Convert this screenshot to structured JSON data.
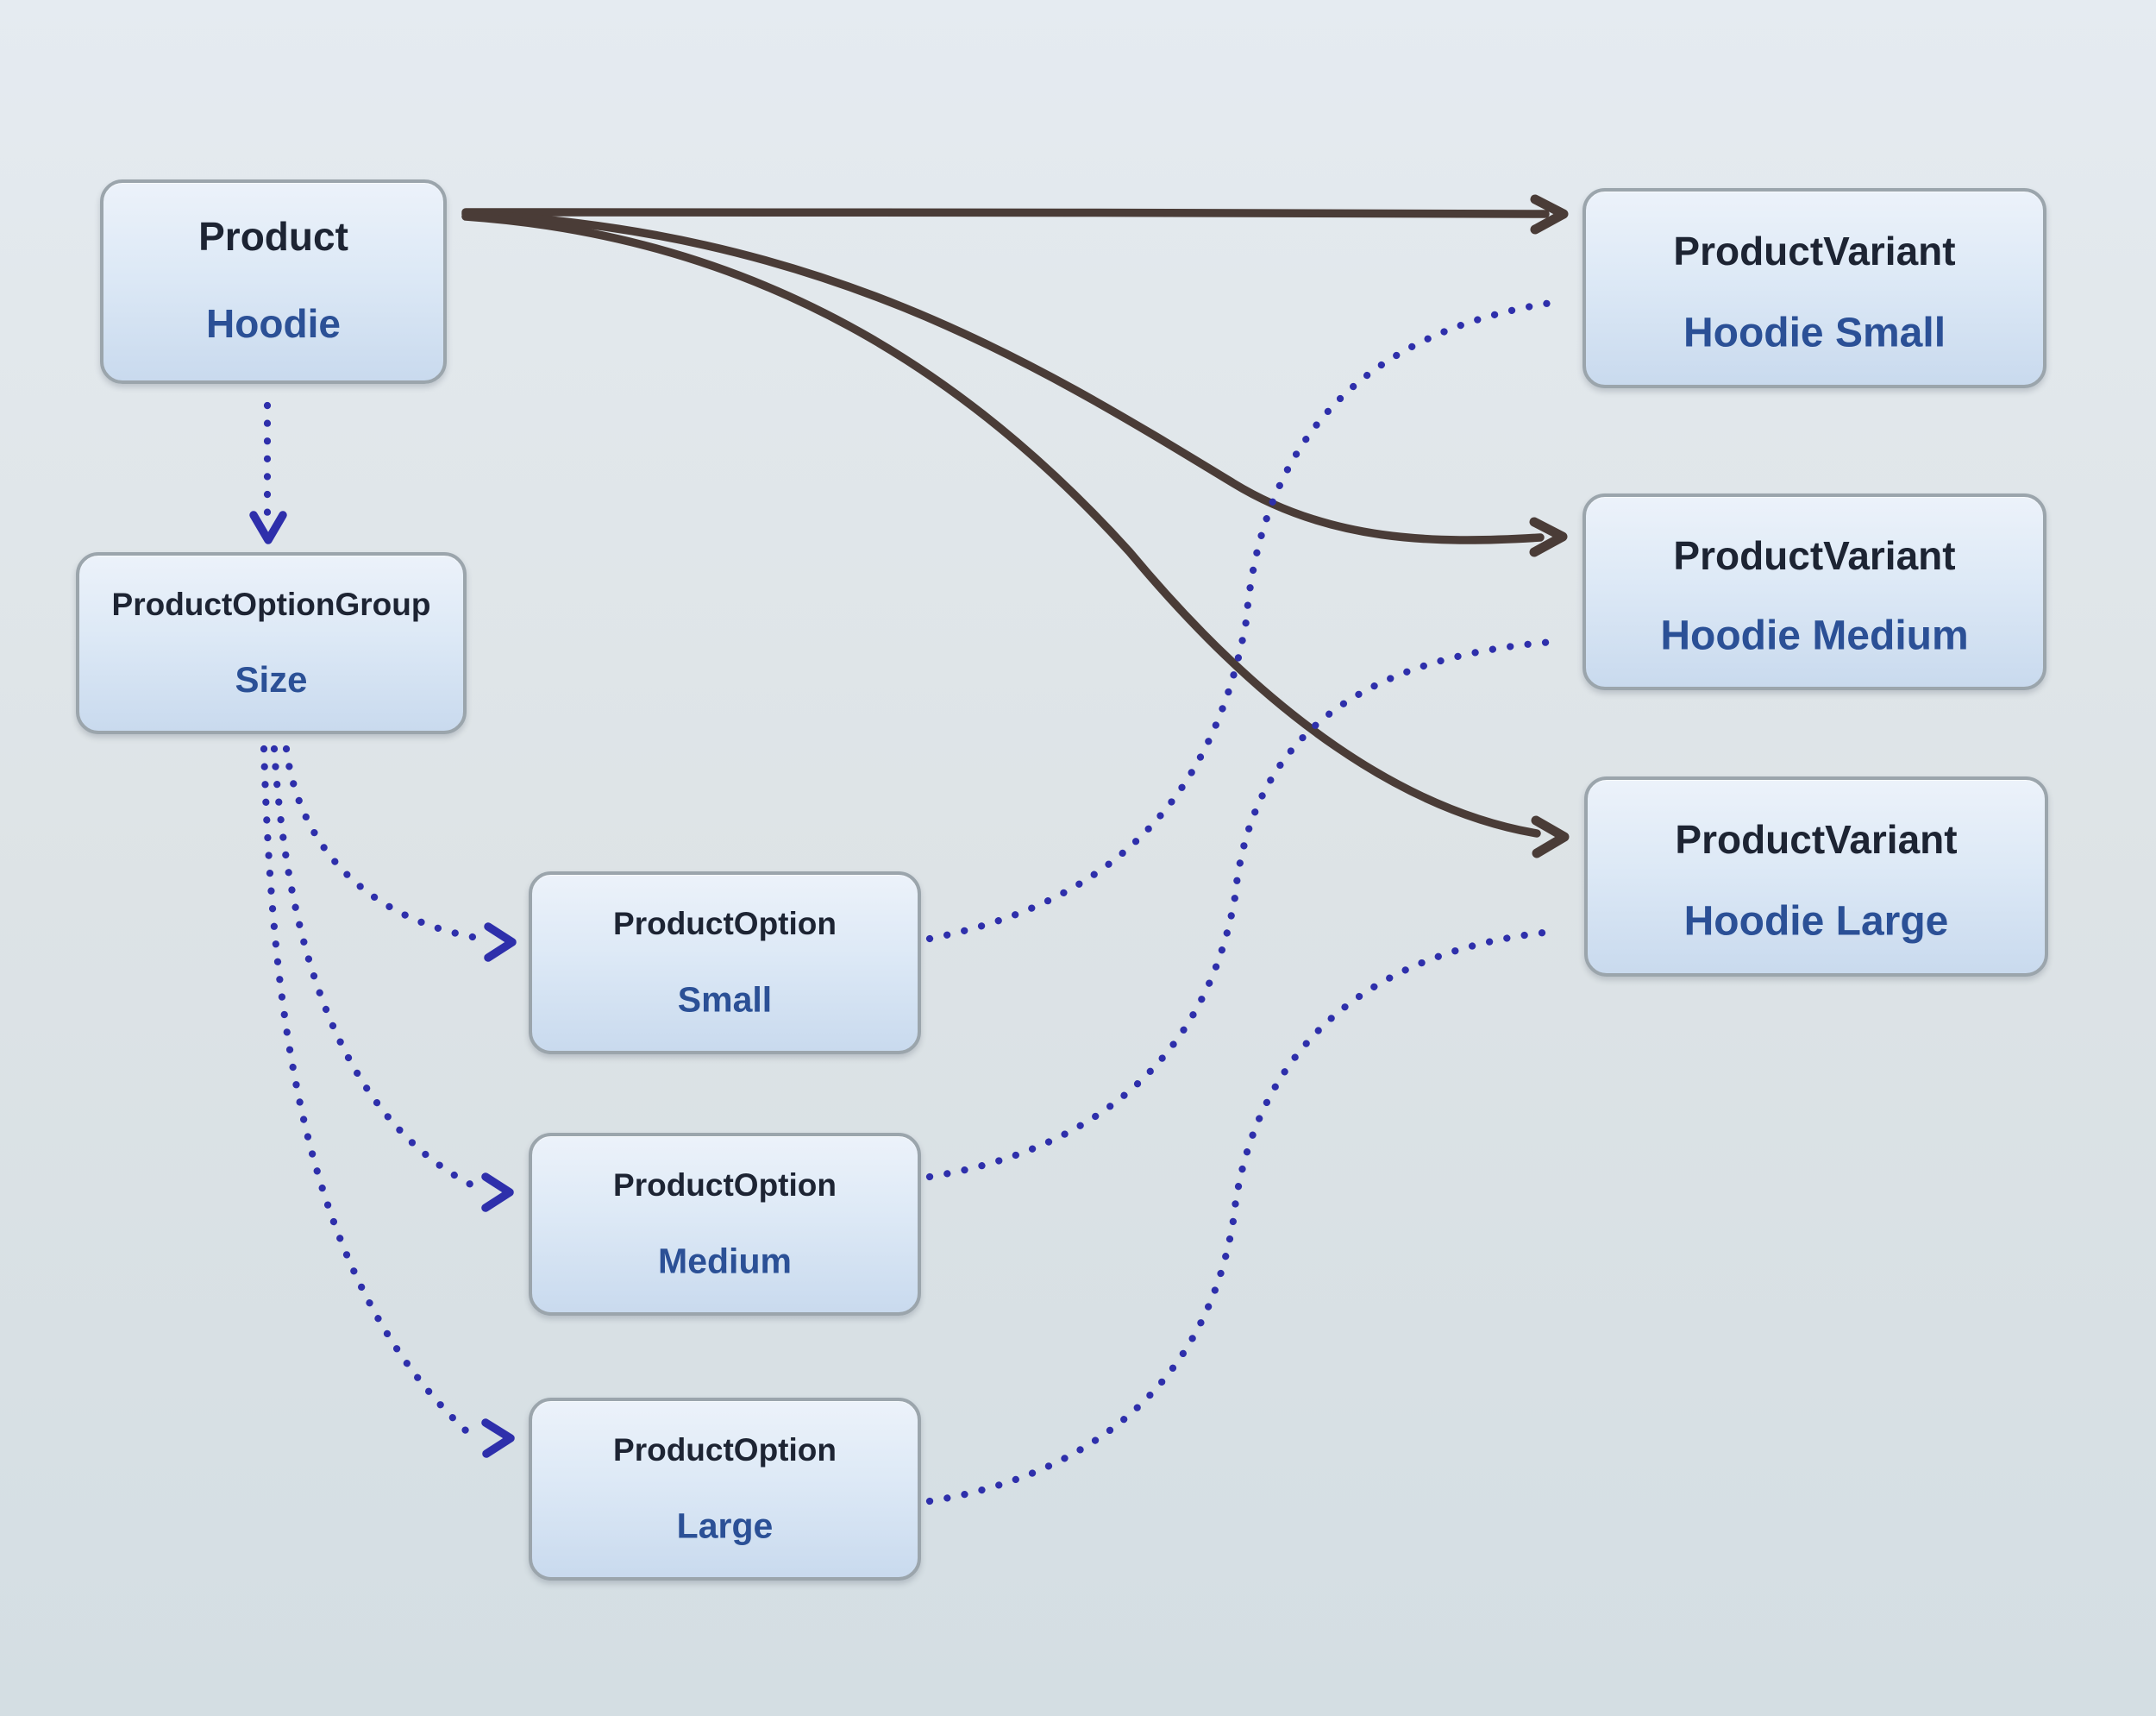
{
  "nodes": {
    "product": {
      "title": "Product",
      "value": "Hoodie"
    },
    "option_group": {
      "title": "ProductOptionGroup",
      "value": "Size"
    },
    "option_small": {
      "title": "ProductOption",
      "value": "Small"
    },
    "option_medium": {
      "title": "ProductOption",
      "value": "Medium"
    },
    "option_large": {
      "title": "ProductOption",
      "value": "Large"
    },
    "variant_small": {
      "title": "ProductVariant",
      "value": "Hoodie Small"
    },
    "variant_medium": {
      "title": "ProductVariant",
      "value": "Hoodie Medium"
    },
    "variant_large": {
      "title": "ProductVariant",
      "value": "Hoodie Large"
    }
  },
  "edges": [
    {
      "from": "Product",
      "to": "ProductVariant (Hoodie Small)",
      "style": "solid-arrow"
    },
    {
      "from": "Product",
      "to": "ProductVariant (Hoodie Medium)",
      "style": "solid-arrow"
    },
    {
      "from": "Product",
      "to": "ProductVariant (Hoodie Large)",
      "style": "solid-arrow"
    },
    {
      "from": "Product",
      "to": "ProductOptionGroup (Size)",
      "style": "dotted-arrow"
    },
    {
      "from": "ProductOptionGroup (Size)",
      "to": "ProductOption (Small)",
      "style": "dotted-arrow"
    },
    {
      "from": "ProductOptionGroup (Size)",
      "to": "ProductOption (Medium)",
      "style": "dotted-arrow"
    },
    {
      "from": "ProductOptionGroup (Size)",
      "to": "ProductOption (Large)",
      "style": "dotted-arrow"
    },
    {
      "from": "ProductOption (Small)",
      "to": "ProductVariant (Hoodie Small)",
      "style": "dotted-line"
    },
    {
      "from": "ProductOption (Medium)",
      "to": "ProductVariant (Hoodie Medium)",
      "style": "dotted-line"
    },
    {
      "from": "ProductOption (Large)",
      "to": "ProductVariant (Hoodie Large)",
      "style": "dotted-line"
    }
  ],
  "colors": {
    "solid_arrow": "#4a3c37",
    "dotted_arrow": "#2e2fab",
    "node_border": "#9ba5ac",
    "node_title_text": "#1d2433",
    "node_value_text": "#2b5096",
    "node_fill_top": "#ecf2fa",
    "node_fill_bottom": "#c9daee",
    "background_top": "#e5ebf1",
    "background_bottom": "#d4dee3"
  }
}
